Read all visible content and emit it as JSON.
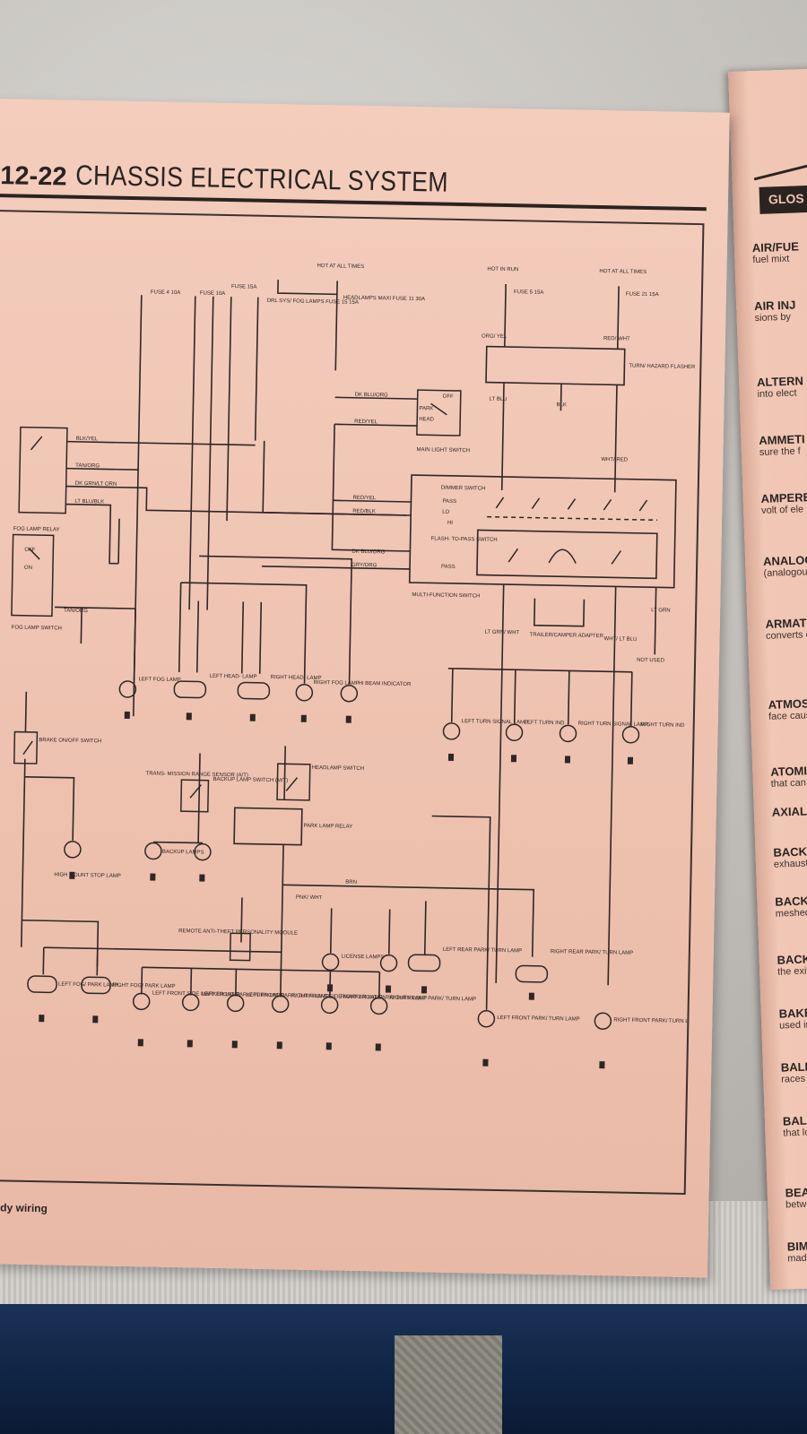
{
  "page": {
    "number": "12-22",
    "title": "CHASSIS ELECTRICAL SYSTEM",
    "caption": "Body wiring"
  },
  "diagram": {
    "top_labels": {
      "hot_all_times_1": "HOT AT\nALL TIMES",
      "hot_in_run": "HOT IN RUN",
      "hot_all_times_2": "HOT AT\nALL TIMES"
    },
    "fuses": {
      "f4": "FUSE 4 10A",
      "f_10a": "FUSE 10A",
      "f_15a": "FUSE 15A",
      "drl": "DRL SYS/ FOG LAMPS FUSE 15 15A",
      "headlamps": "HEADLAMPS MAXI FUSE 11 30A",
      "run_fuse": "FUSE 5 15A",
      "hazard_fuse": "FUSE 21 15A"
    },
    "components": {
      "fog_relay": "FOG LAMP RELAY",
      "fog_switch": "FOG LAMP SWITCH",
      "main_light_switch": "MAIN LIGHT SWITCH",
      "turn_flasher": "TURN/ HAZARD FLASHER",
      "dimmer_switch": "DIMMER SWITCH",
      "flash_to_pass": "FLASH- TO-PASS SWITCH",
      "multi_function": "MULTI-FUNCTION SWITCH",
      "trailer_adapter": "TRAILER/CAMPER ADAPTER",
      "not_used": "NOT USED",
      "brake_switch": "BRAKE ON/OFF SWITCH",
      "high_mount": "HIGH MOUNT STOP LAMP",
      "trans_sensor": "TRANS- MISSION RANGE SENSOR (A/T)",
      "backup_switch": "BACKUP LAMP SWITCH (M/T)",
      "backup_lamps": "BACKUP LAMPS",
      "headlamp_switch": "HEADLAMP SWITCH",
      "park_relay": "PARK LAMP RELAY",
      "anti_theft": "REMOTE ANTI-THEFT PERSONALITY MODULE",
      "license_lamps": "LICENSE LAMPS",
      "hi_beam": "HI BEAM INDICATOR",
      "left_fog": "LEFT FOG LAMP",
      "right_fog": "RIGHT FOG LAMP",
      "left_head": "LEFT HEAD- LAMP",
      "right_head": "RIGHT HEAD- LAMP"
    },
    "lamps_right": {
      "l_turn_signal": "LEFT TURN SIGNAL LAMP",
      "l_turn_ind": "LEFT TURN IND",
      "r_turn_signal": "RIGHT TURN SIGNAL LAMP",
      "r_turn_ind": "RIGHT TURN IND",
      "l_rear": "LEFT REAR PARK/ TURN LAMP",
      "r_rear": "RIGHT REAR PARK/ TURN LAMP",
      "l_front_park": "LEFT FRONT PARK/ TURN LAMP",
      "r_front_park": "RIGHT FRONT PARK/ TURN LAMP"
    },
    "lamps_bottom": [
      "LEFT FOG/ PARK LAMP",
      "RIGHT FOG/ PARK LAMP",
      "LEFT FRONT SIDE MARKER LAMP",
      "LEFT FRONT PARK/ TURN LAMP",
      "LEFT FRONT PARK/ TURN LAMP",
      "RIGHT FRONT SIDE MARKER LAMP",
      "RIGHT FRONT PARK/ TURN LAMP",
      "RIGHT FRONT PARK/ TURN LAMP"
    ],
    "wires": {
      "blk_yel": "BLK/YEL",
      "tan_org": "TAN/ORG",
      "dk_grn_lt_orn": "DK GRN/LT ORN",
      "lt_blu_blk": "LT BLU/BLK",
      "dk_blu_org": "DK BLU/ORG",
      "red_yel": "RED/YEL",
      "red_blk": "RED/BLK",
      "gry_org": "GRY/ORG",
      "lt_blu": "LT BLU",
      "blk": "BLK",
      "lt_grn": "LT GRN",
      "brn": "BRN",
      "wht_red": "WHT/ RED",
      "lt_grn_wht": "LT GRN/ WHT",
      "wht_lt_blu": "WHT/ LT BLU",
      "pnk_wht": "PNK/ WHT",
      "org_yel": "ORG/ YEL",
      "red_wht": "RED/ WHT"
    },
    "switch_positions": {
      "off": "OFF",
      "park": "PARK",
      "head": "HEAD",
      "on": "ON",
      "pass": "PASS",
      "lo": "LO",
      "hi": "HI"
    }
  },
  "glossary": {
    "header": "GLOS",
    "items": [
      {
        "term": "AIR/FUE",
        "text": "fuel mixt"
      },
      {
        "term": "AIR INJ",
        "text": "sions by"
      },
      {
        "term": "ALTERN",
        "text": "into elect"
      },
      {
        "term": "AMMETI",
        "text": "sure the f"
      },
      {
        "term": "AMPERE",
        "text": "volt of ele"
      },
      {
        "term": "ANALOG",
        "text": "(analogou"
      },
      {
        "term": "ARMATU",
        "text": "converts e"
      },
      {
        "term": "ATMOSP",
        "text": "face cause"
      },
      {
        "term": "ATOMIZA",
        "text": "that can b"
      },
      {
        "term": "AXIAL PI",
        "text": ""
      },
      {
        "term": "BACKFIR",
        "text": "exhaust sy"
      },
      {
        "term": "BACKLAS",
        "text": "meshed g"
      },
      {
        "term": "BACKPRI",
        "text": "the exit of"
      },
      {
        "term": "BAKELIT",
        "text": "used in pr"
      },
      {
        "term": "BALL BE",
        "text": "races betw"
      },
      {
        "term": "BALLAST",
        "text": "that lower"
      },
      {
        "term": "BEARING",
        "text": "between a"
      },
      {
        "term": "BIMETAL",
        "text": "made of h"
      }
    ]
  }
}
